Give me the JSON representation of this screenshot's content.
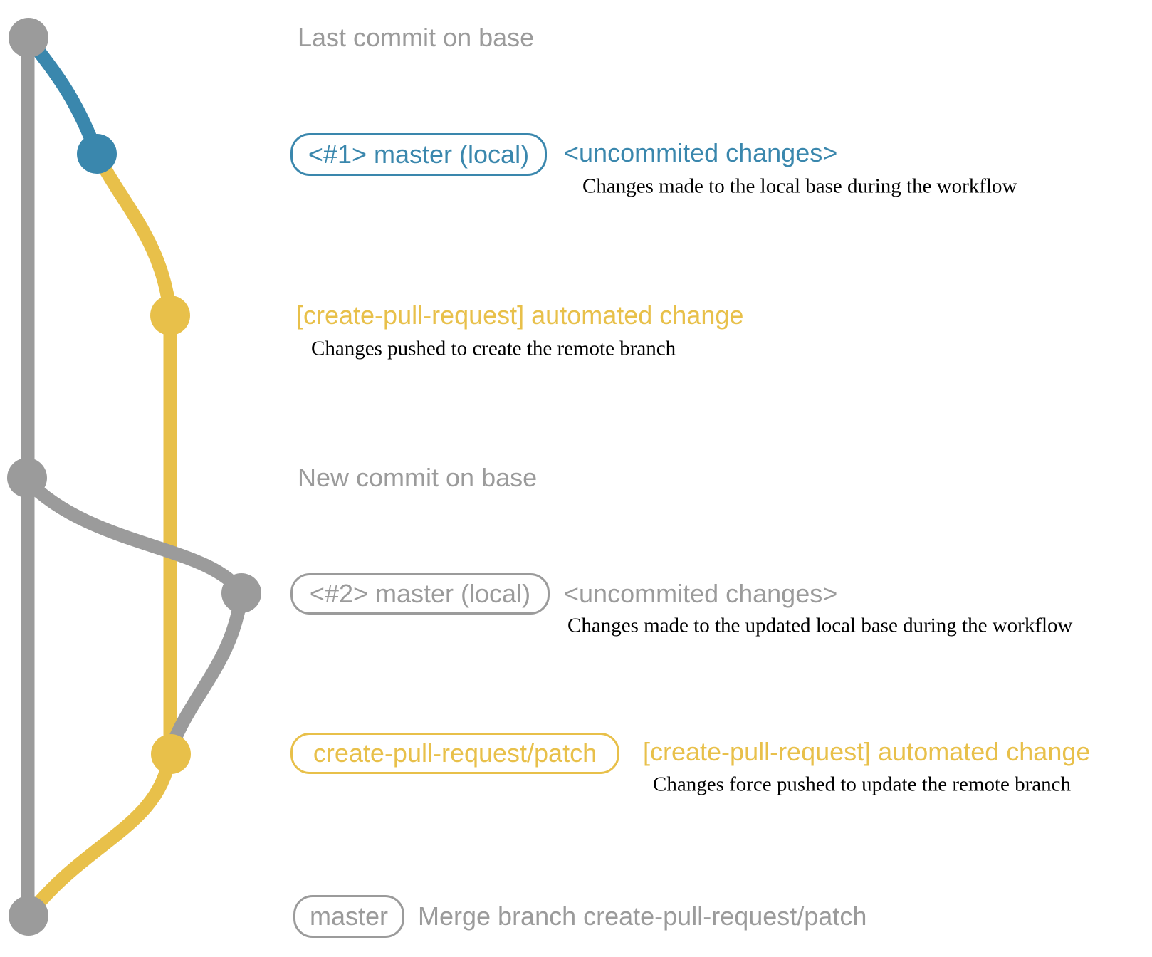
{
  "colors": {
    "gray": "#9b9b9b",
    "blue": "#3a87ad",
    "yellow": "#e8c04a",
    "caption": "#000000",
    "background": "#ffffff"
  },
  "rows": {
    "last_commit": {
      "label": "Last commit on base"
    },
    "local_1": {
      "badge": "<#1> master (local)",
      "message": "<uncommited changes>",
      "caption": "Changes made to the local base during the workflow"
    },
    "patch_1": {
      "message": "[create-pull-request] automated change",
      "caption": "Changes pushed to create the remote branch"
    },
    "new_commit": {
      "label": "New commit on base"
    },
    "local_2": {
      "badge": "<#2> master (local)",
      "message": "<uncommited changes>",
      "caption": "Changes made to the updated local base during the workflow"
    },
    "patch_2": {
      "badge": "create-pull-request/patch",
      "message": "[create-pull-request] automated change",
      "caption": "Changes force pushed to update the remote branch"
    },
    "merge": {
      "badge": "master",
      "message": "Merge branch create-pull-request/patch"
    }
  }
}
